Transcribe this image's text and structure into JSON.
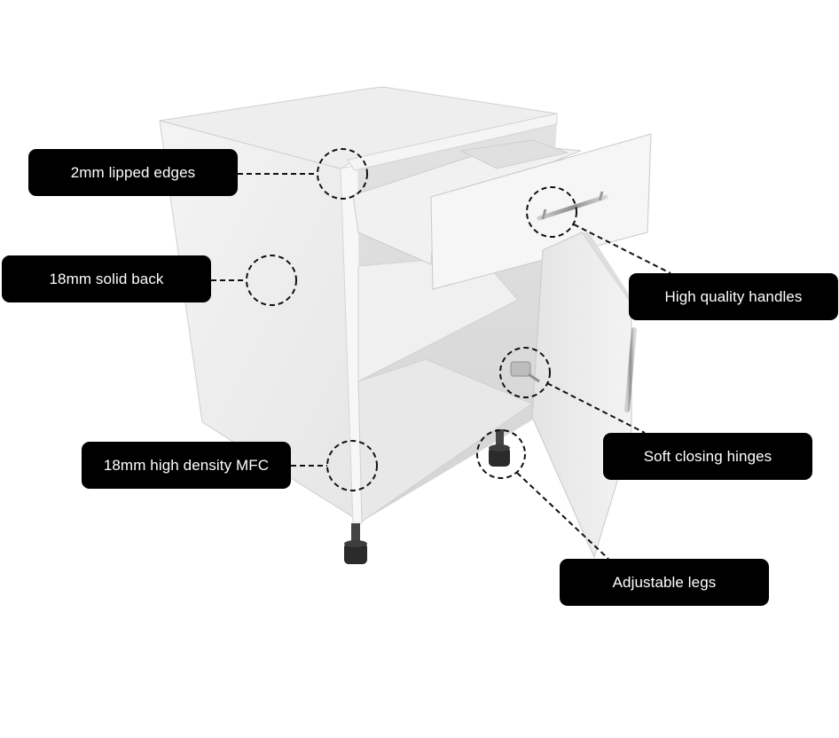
{
  "colors": {
    "label_background": "#000000",
    "label_text": "#ffffff",
    "cabinet_panel": "#f2f2f2",
    "cabinet_shadow": "#d9d9d9",
    "leg": "#2b2b2b",
    "handle": "#a8a8a8"
  },
  "callouts": [
    {
      "id": "lipped-edges",
      "label": "2mm lipped edges"
    },
    {
      "id": "solid-back",
      "label": "18mm solid back"
    },
    {
      "id": "high-density-mfc",
      "label": "18mm high density MFC"
    },
    {
      "id": "handles",
      "label": "High quality handles"
    },
    {
      "id": "hinges",
      "label": "Soft closing hinges"
    },
    {
      "id": "legs",
      "label": "Adjustable legs"
    }
  ]
}
